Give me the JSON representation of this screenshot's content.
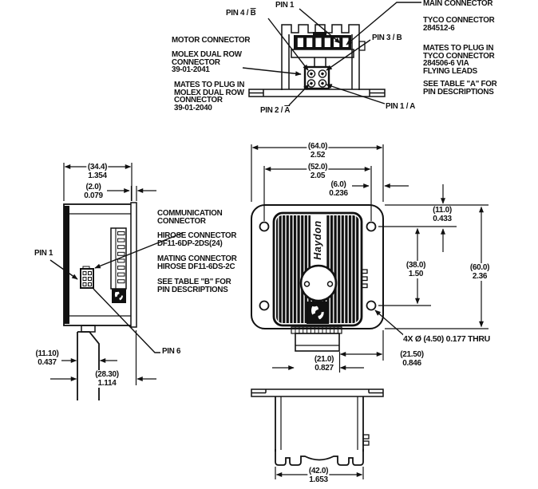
{
  "drawing": {
    "brand": "Haydon",
    "colors": {
      "ink": "#111111",
      "paper": "#ffffff"
    }
  },
  "top_view": {
    "pin1": "PIN 1",
    "pin4_prefix": "PIN 4 / ",
    "pin4_letter": "B",
    "pin3": "PIN 3 / B",
    "pin2_prefix": "PIN 2 / ",
    "pin2_letter": "A",
    "pin1a": "PIN 1 / A",
    "motor_connector_title": "MOTOR CONNECTOR",
    "motor_connector_part": "MOLEX DUAL ROW\nCONNECTOR\n39-01-2041",
    "motor_connector_mate": "MATES TO PLUG IN\nMOLEX DUAL ROW\nCONNECTOR\n39-01-2040",
    "main_connector_title": "MAIN CONNECTOR",
    "main_connector_part": "TYCO CONNECTOR\n284512-6",
    "main_connector_mate": "MATES TO PLUG IN\nTYCO CONNECTOR\n284506-6 VIA\nFLYING LEADS",
    "main_connector_note": "SEE TABLE \"A\" FOR\nPIN DESCRIPTIONS"
  },
  "side_view": {
    "pin1": "PIN 1",
    "pin6": "PIN 6",
    "comm_title": "COMMUNICATION\nCONNECTOR",
    "comm_part": "HIROSE CONNECTOR\nDF11-6DP-2DS(24)",
    "comm_mate": "MATING CONNECTOR\nHIROSE DF11-6DS-2C",
    "comm_note": "SEE TABLE \"B\" FOR\nPIN DESCRIPTIONS",
    "dim_width": {
      "mm": "(34.4)",
      "in": "1.354"
    },
    "dim_plate": {
      "mm": "(2.0)",
      "in": "0.079"
    },
    "dim_shaft": {
      "mm": "(11.10)",
      "in": "0.437"
    },
    "dim_offset": {
      "mm": "(28.30)",
      "in": "1.114"
    }
  },
  "front_view": {
    "dim_flange_width": {
      "mm": "(64.0)",
      "in": "2.52"
    },
    "dim_hole_span_h": {
      "mm": "(52.0)",
      "in": "2.05"
    },
    "dim_hole_edge": {
      "mm": "(6.0)",
      "in": "0.236"
    },
    "dim_hole_top": {
      "mm": "(11.0)",
      "in": "0.433"
    },
    "dim_hole_span_v": {
      "mm": "(38.0)",
      "in": "1.50"
    },
    "dim_flange_height": {
      "mm": "(60.0)",
      "in": "2.36"
    },
    "dim_connector_width": {
      "mm": "(21.0)",
      "in": "0.827"
    },
    "dim_connector_offset": {
      "mm": "(21.50)",
      "in": "0.846"
    },
    "hole_note": "4X Ø (4.50) 0.177 THRU"
  },
  "bottom_view": {
    "dim_body_width": {
      "mm": "(42.0)",
      "in": "1.653"
    }
  }
}
